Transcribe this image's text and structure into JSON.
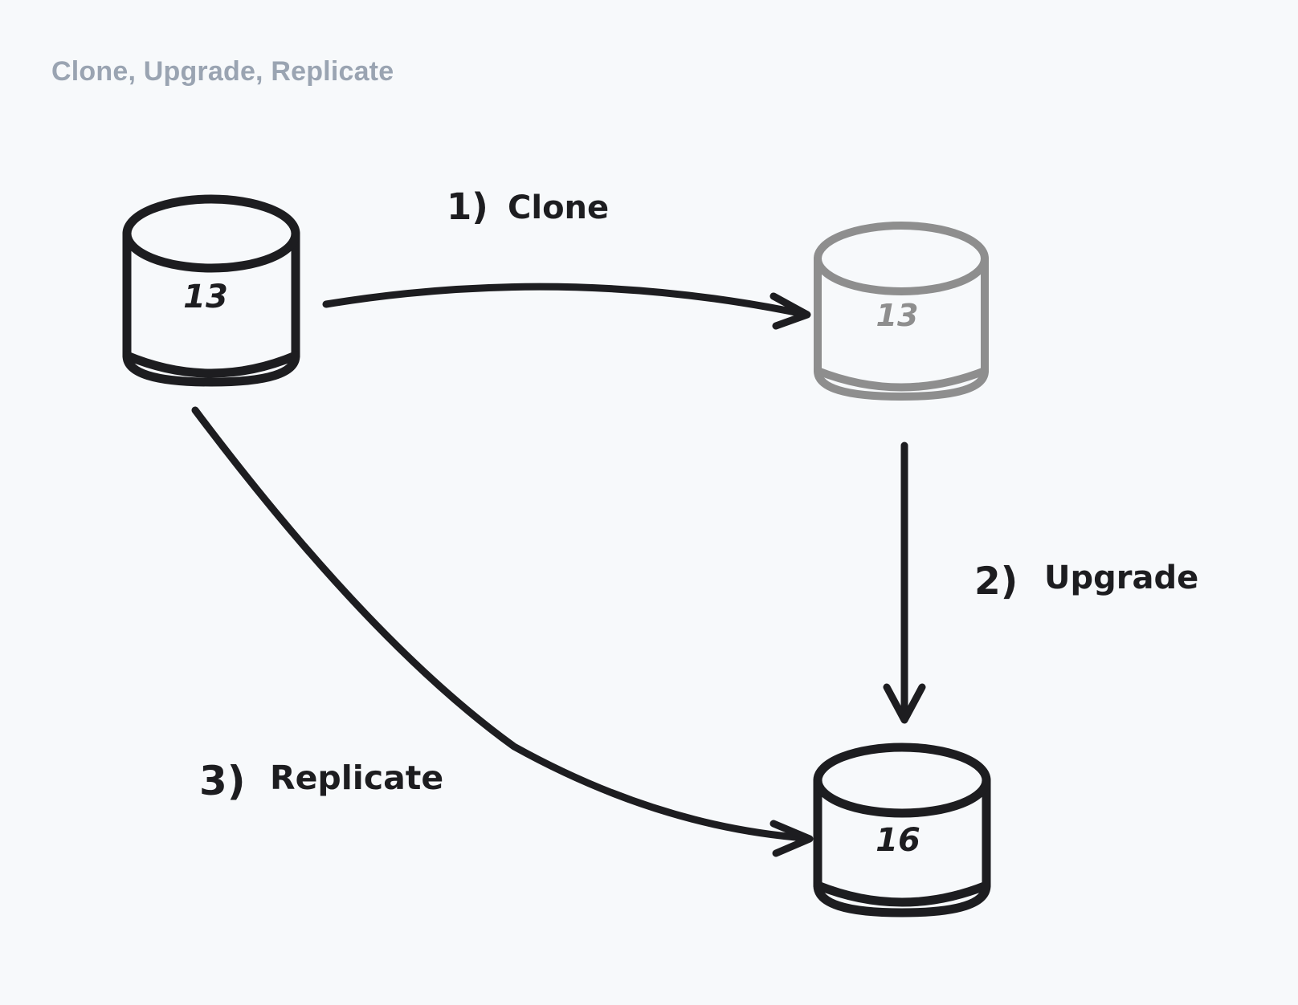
{
  "page": {
    "title": "Clone, Upgrade, Replicate",
    "background_color": "#f7f9fb",
    "title_color": "#9aa4b2",
    "ink_color": "#1d1d20",
    "muted_ink_color": "#8e8e8e"
  },
  "nodes": [
    {
      "id": "source-db",
      "name": "source-database",
      "label": "13",
      "state": "active",
      "color": "#1d1d20"
    },
    {
      "id": "clone-db",
      "name": "cloned-database",
      "label": "13",
      "state": "cloned",
      "color": "#8e8e8e"
    },
    {
      "id": "upgraded-db",
      "name": "upgraded-database",
      "label": "16",
      "state": "upgraded",
      "color": "#1d1d20"
    }
  ],
  "edges": [
    {
      "id": "edge-clone",
      "name": "clone-arrow",
      "label": "1) Clone",
      "step": "1)",
      "action": "Clone",
      "from": "source-db",
      "to": "clone-db"
    },
    {
      "id": "edge-upgrade",
      "name": "upgrade-arrow",
      "label": "2) Upgrade",
      "step": "2)",
      "action": "Upgrade",
      "from": "clone-db",
      "to": "upgraded-db"
    },
    {
      "id": "edge-replicate",
      "name": "replicate-arrow",
      "label": "3) Replicate",
      "step": "3)",
      "action": "Replicate",
      "from": "source-db",
      "to": "upgraded-db"
    }
  ]
}
